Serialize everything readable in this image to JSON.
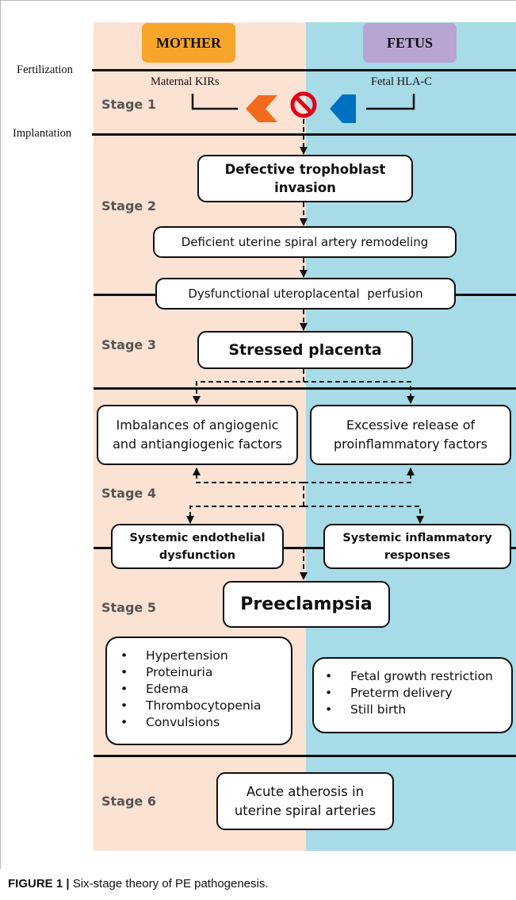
{
  "headers": {
    "mother": "MOTHER",
    "fetus": "FETUS"
  },
  "events": {
    "fertilization": "Fertilization",
    "implantation": "Implantation"
  },
  "stage1": {
    "maternal": "Maternal KIRs",
    "fetal": "Fetal HLA-C"
  },
  "stages": [
    "Stage 1",
    "Stage 2",
    "Stage 3",
    "Stage 4",
    "Stage 5",
    "Stage 6"
  ],
  "boxes": {
    "trophoblast": [
      "Defective trophoblast",
      "invasion"
    ],
    "spiral": "Deficient uterine spiral artery remodeling",
    "perfusion": "Dysfunctional uteroplacental  perfusion",
    "placenta": "Stressed placenta",
    "angiogenic": [
      "Imbalances of angiogenic",
      "and antiangiogenic factors"
    ],
    "proinflammatory": [
      "Excessive release of",
      "proinflammatory factors"
    ],
    "endothelial": [
      "Systemic endothelial",
      "dysfunction"
    ],
    "inflammatory": [
      "Systemic inflammatory",
      "responses"
    ],
    "preeclampsia": "Preeclampsia",
    "atherosis": [
      "Acute atherosis in",
      "uterine spiral arteries"
    ]
  },
  "maternal_signs": [
    "Hypertension",
    "Proteinuria",
    "Edema",
    "Thrombocytopenia",
    "Convulsions"
  ],
  "fetal_signs": [
    "Fetal growth restriction",
    "Preterm delivery",
    "Still birth"
  ],
  "colors": {
    "mother_zone": "#fbe2d3",
    "fetus_zone": "#a6dbe7",
    "mother_header": "#f7a52a",
    "fetus_header": "#b8a5d2",
    "prohibit": "#e0001b",
    "kir_arrow": "#f26b1d",
    "hla_arrow": "#0070c0"
  },
  "icons": [
    "prohibition-icon",
    "kir-chevron-icon",
    "hla-pentagon-icon"
  ],
  "caption": {
    "label": "FIGURE 1 |",
    "text": " Six-stage theory of PE pathogenesis."
  }
}
